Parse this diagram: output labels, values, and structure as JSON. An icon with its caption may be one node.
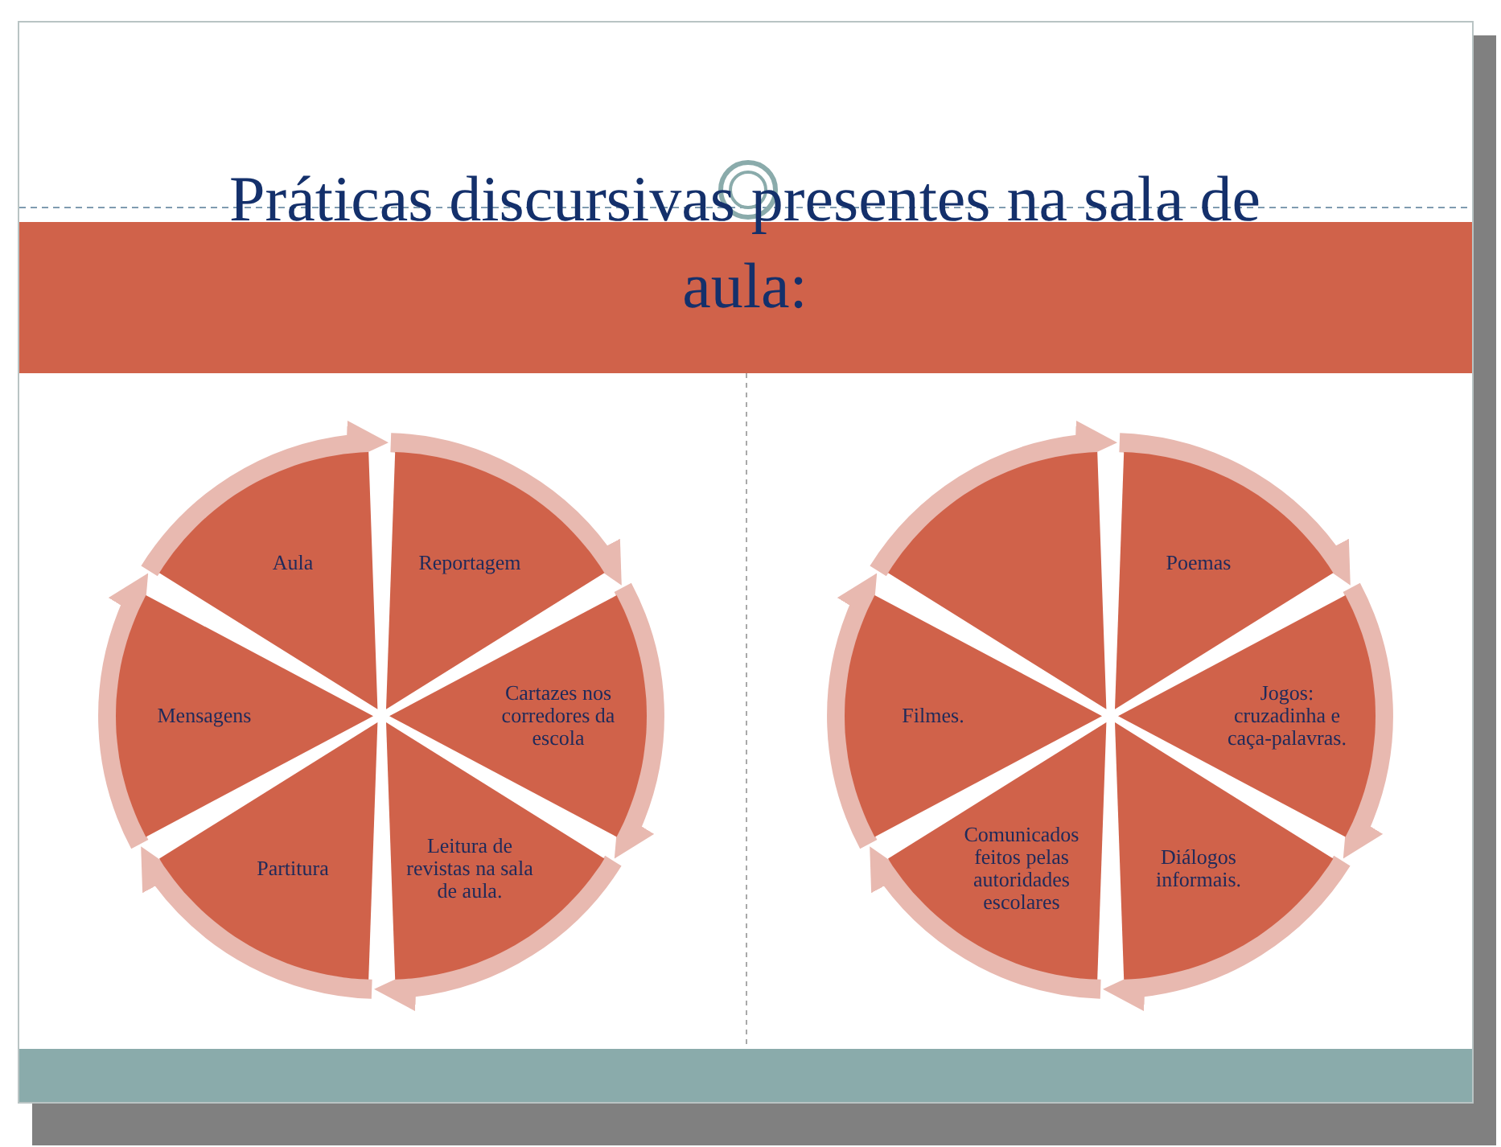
{
  "diagram": {
    "title": "Práticas discursivas presentes na sala de aula:",
    "nodes": [
      {
        "text": [
          "Aula"
        ]
      },
      {
        "text": [
          "Reportagem"
        ]
      },
      {
        "text": [
          "Mensagens"
        ]
      },
      {
        "text": [
          "Cartazes nos corredores da escola"
        ]
      },
      {
        "text": [
          "Partitura"
        ]
      },
      {
        "text": [
          "Leitura de revistas na sala de aula."
        ]
      },
      {
        "text": [],
        "shape": "wedge"
      },
      {
        "text": [
          "Poemas"
        ]
      },
      {
        "text": [
          "Filmes."
        ]
      },
      {
        "text": [
          "Jogos: cruzadinha e caça-palavras."
        ]
      },
      {
        "text": [
          "Comunicados feitos pelas autoridades escolares"
        ]
      },
      {
        "text": [
          "Diálogos informais."
        ]
      }
    ],
    "edges": [
      {
        "from": 0,
        "to": 1,
        "arrow": "to"
      },
      {
        "from": 1,
        "to": 3,
        "arrow": "to"
      },
      {
        "from": 3,
        "to": 5,
        "arrow": "to"
      },
      {
        "from": 5,
        "to": 4,
        "arrow": "to"
      },
      {
        "from": 4,
        "to": 2,
        "arrow": "to"
      },
      {
        "from": 2,
        "to": 0,
        "arrow": "to"
      },
      {
        "from": 6,
        "to": 7,
        "arrow": "to"
      },
      {
        "from": 7,
        "to": 9,
        "arrow": "to"
      },
      {
        "from": 9,
        "to": 11,
        "arrow": "to"
      },
      {
        "from": 11,
        "to": 10,
        "arrow": "to"
      },
      {
        "from": 10,
        "to": 8,
        "arrow": "to"
      },
      {
        "from": 8,
        "to": 6,
        "arrow": "to"
      }
    ]
  }
}
